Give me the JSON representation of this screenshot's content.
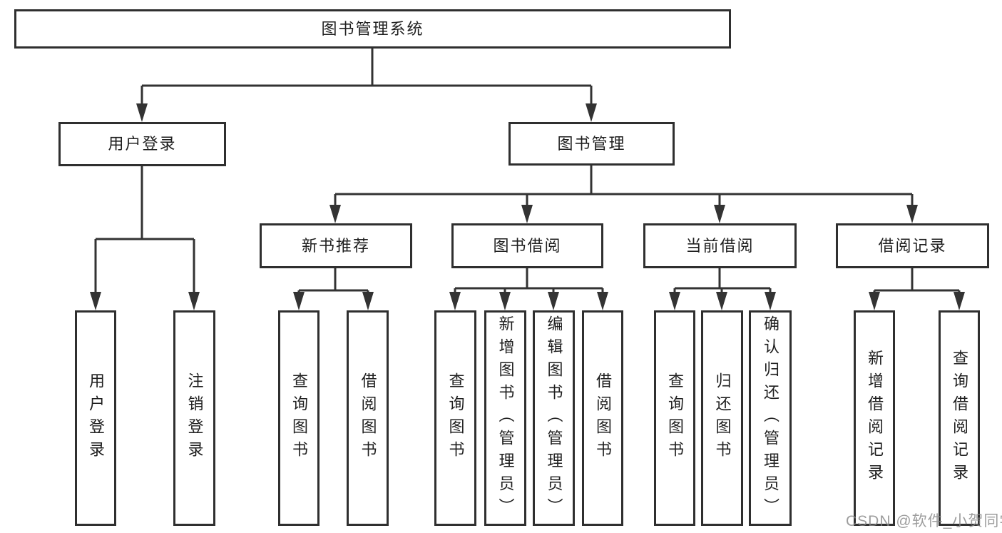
{
  "diagram": {
    "title": "图书管理系统",
    "root": {
      "label": "图书管理系统"
    },
    "level2": {
      "user_login": {
        "label": "用户登录"
      },
      "book_management": {
        "label": "图书管理"
      }
    },
    "user_login_children": {
      "user_login": {
        "label": "用户登录"
      },
      "logout": {
        "label": "注销登录"
      }
    },
    "level3": {
      "new_book_recommend": {
        "label": "新书推荐"
      },
      "book_borrow": {
        "label": "图书借阅"
      },
      "current_borrow": {
        "label": "当前借阅"
      },
      "borrow_records": {
        "label": "借阅记录"
      }
    },
    "new_book_recommend_children": {
      "query_books": {
        "label": "查询图书"
      },
      "borrow_books": {
        "label": "借阅图书"
      }
    },
    "book_borrow_children": {
      "query_books": {
        "label": "查询图书"
      },
      "add_books_admin": {
        "label": "新增图书（管理员）"
      },
      "edit_books_admin": {
        "label": "编辑图书（管理员）"
      },
      "borrow_books": {
        "label": "借阅图书"
      }
    },
    "current_borrow_children": {
      "query_books": {
        "label": "查询图书"
      },
      "return_books": {
        "label": "归还图书"
      },
      "confirm_return_admin": {
        "label": "确认归还（管理员）"
      }
    },
    "borrow_records_children": {
      "add_borrow_record": {
        "label": "新增借阅记录"
      },
      "query_borrow_record": {
        "label": "查询借阅记录"
      }
    }
  },
  "watermark": {
    "text": "CSDN @软件_小贺同学"
  },
  "colors": {
    "background": "#ffffff",
    "box_border": "#2f2f2f",
    "connector_line": "#333333",
    "text": "#1f1f1f",
    "watermark": "#878787"
  }
}
